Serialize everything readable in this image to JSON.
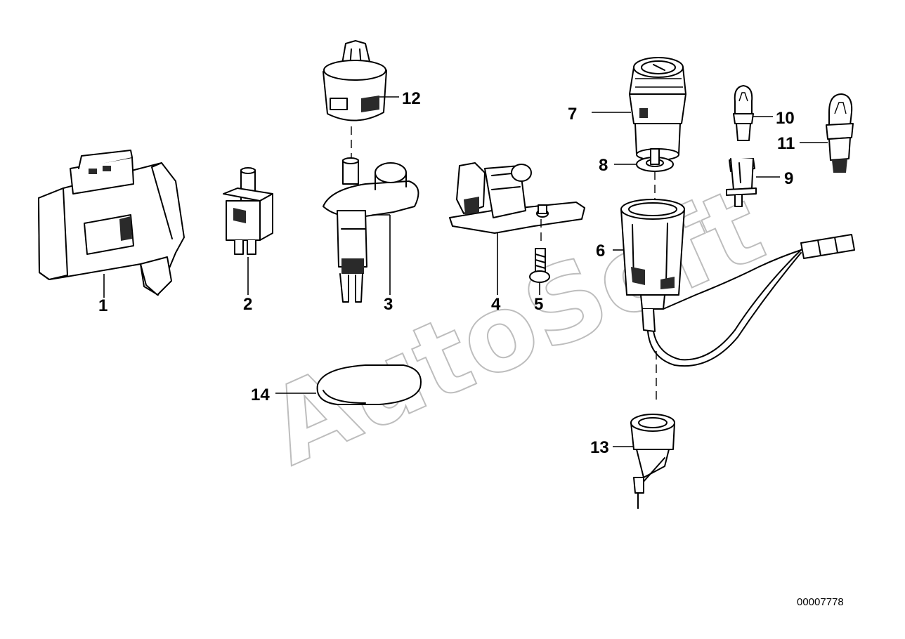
{
  "diagram": {
    "watermark": "AutoSoft",
    "reference_number": "00007778",
    "callouts": [
      {
        "id": "1",
        "label": "1"
      },
      {
        "id": "2",
        "label": "2"
      },
      {
        "id": "3",
        "label": "3"
      },
      {
        "id": "4",
        "label": "4"
      },
      {
        "id": "5",
        "label": "5"
      },
      {
        "id": "6",
        "label": "6"
      },
      {
        "id": "7",
        "label": "7"
      },
      {
        "id": "8",
        "label": "8"
      },
      {
        "id": "9",
        "label": "9"
      },
      {
        "id": "10",
        "label": "10"
      },
      {
        "id": "11",
        "label": "11"
      },
      {
        "id": "12",
        "label": "12"
      },
      {
        "id": "13",
        "label": "13"
      },
      {
        "id": "14",
        "label": "14"
      }
    ]
  }
}
